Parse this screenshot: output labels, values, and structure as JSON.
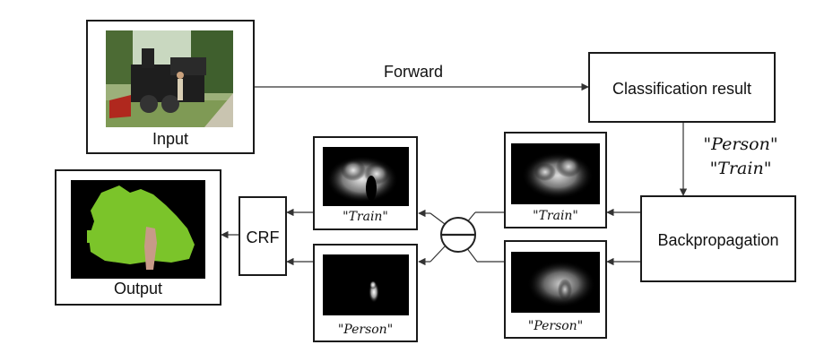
{
  "nodes": {
    "input": "Input",
    "classification": "Classification result",
    "backprop": "Backpropagation",
    "crf": "CRF",
    "output": "Output"
  },
  "edges": {
    "forward": "Forward"
  },
  "classes": {
    "line1": "\"Person\"",
    "line2": "\"Train\""
  },
  "maps": {
    "train_right": "\"Train\"",
    "person_right": "\"Person\"",
    "train_left": "\"Train\"",
    "person_left": "\"Person\""
  }
}
